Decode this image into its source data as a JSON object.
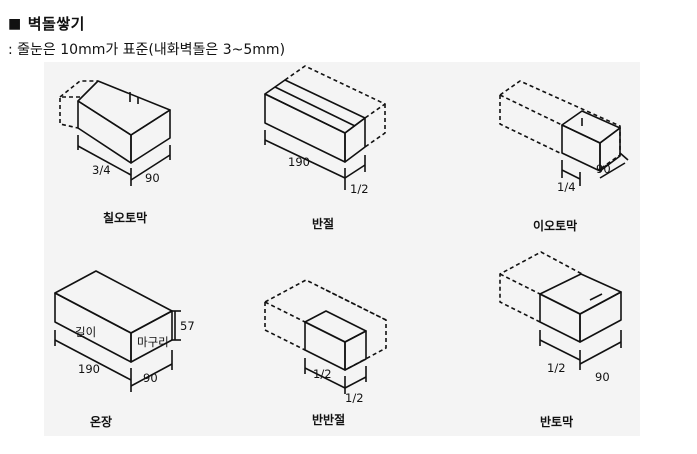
{
  "heading": {
    "marker": "■",
    "title": "벽돌쌓기"
  },
  "subtitle": ": 줄눈은 10mm가 표준(내화벽돌은 3~5mm)",
  "bricks": [
    {
      "caption": "칠오토막",
      "dims": [
        "3/4",
        "90"
      ]
    },
    {
      "caption": "반절",
      "dims": [
        "190",
        "1/2"
      ]
    },
    {
      "caption": "이오토막",
      "dims": [
        "90",
        "1/4"
      ]
    },
    {
      "caption": "온장",
      "dims": [
        "길이",
        "마구리",
        "57",
        "190",
        "90"
      ]
    },
    {
      "caption": "반반절",
      "dims": [
        "1/2",
        "1/2"
      ]
    },
    {
      "caption": "반토막",
      "dims": [
        "1/2",
        "90"
      ]
    }
  ]
}
